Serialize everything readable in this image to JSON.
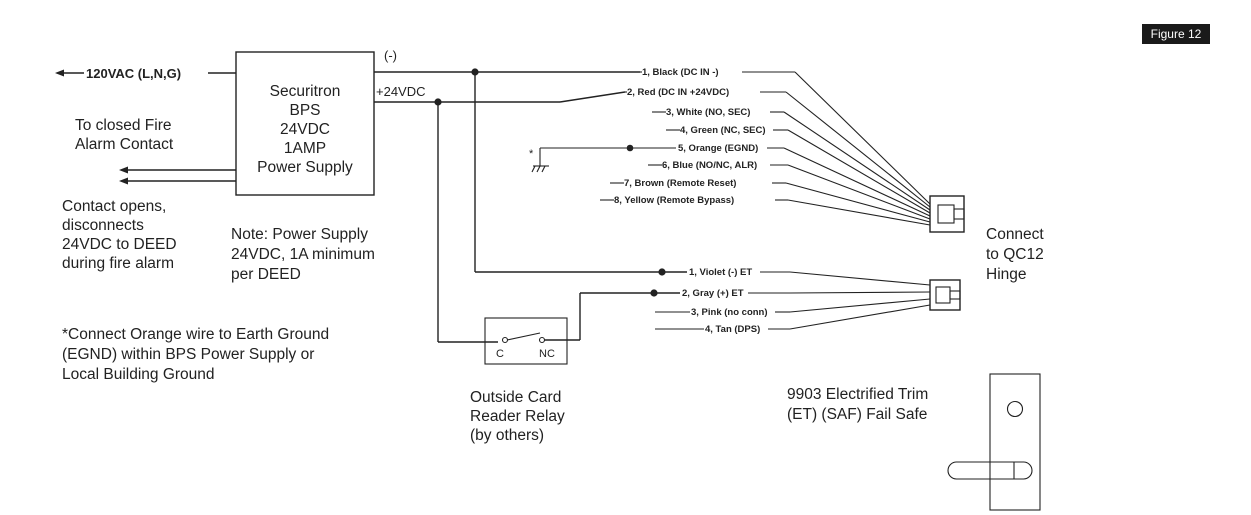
{
  "figure_tag": "Figure 12",
  "power_input": "120VAC (L,N,G)",
  "power_supply": {
    "lines": [
      "Securitron",
      "BPS",
      "24VDC",
      "1AMP",
      "Power Supply"
    ]
  },
  "neg_label": "(-)",
  "pos_label": "+24VDC",
  "fire_alarm": {
    "lines": [
      "To closed Fire",
      "Alarm Contact"
    ]
  },
  "contact_note": {
    "lines": [
      "Contact opens,",
      "disconnects",
      "24VDC to DEED",
      "during fire alarm"
    ]
  },
  "psu_note": {
    "lines": [
      "Note: Power Supply",
      "24VDC, 1A minimum",
      "per DEED"
    ]
  },
  "ground_note": {
    "lines": [
      "*Connect Orange wire to Earth Ground",
      "(EGND) within BPS Power Supply or",
      "Local Building Ground"
    ]
  },
  "ground_marker": "*",
  "qc12_wires": [
    "1, Black (DC IN -)",
    "2, Red (DC IN +24VDC)",
    "3, White (NO, SEC)",
    "4, Green (NC, SEC)",
    "5, Orange (EGND)",
    "6, Blue (NO/NC, ALR)",
    "7, Brown (Remote Reset)",
    "8, Yellow (Remote Bypass)"
  ],
  "et_wires": [
    "1, Violet (-) ET",
    "2, Gray (+) ET",
    "3, Pink (no conn)",
    "4, Tan (DPS)"
  ],
  "qc12_label": {
    "lines": [
      "Connect",
      "to QC12",
      "Hinge"
    ]
  },
  "relay": {
    "c": "C",
    "nc": "NC",
    "lines": [
      "Outside Card",
      "Reader Relay",
      "(by others)"
    ]
  },
  "trim_label": {
    "lines": [
      "9903 Electrified Trim",
      "(ET) (SAF) Fail Safe"
    ]
  }
}
